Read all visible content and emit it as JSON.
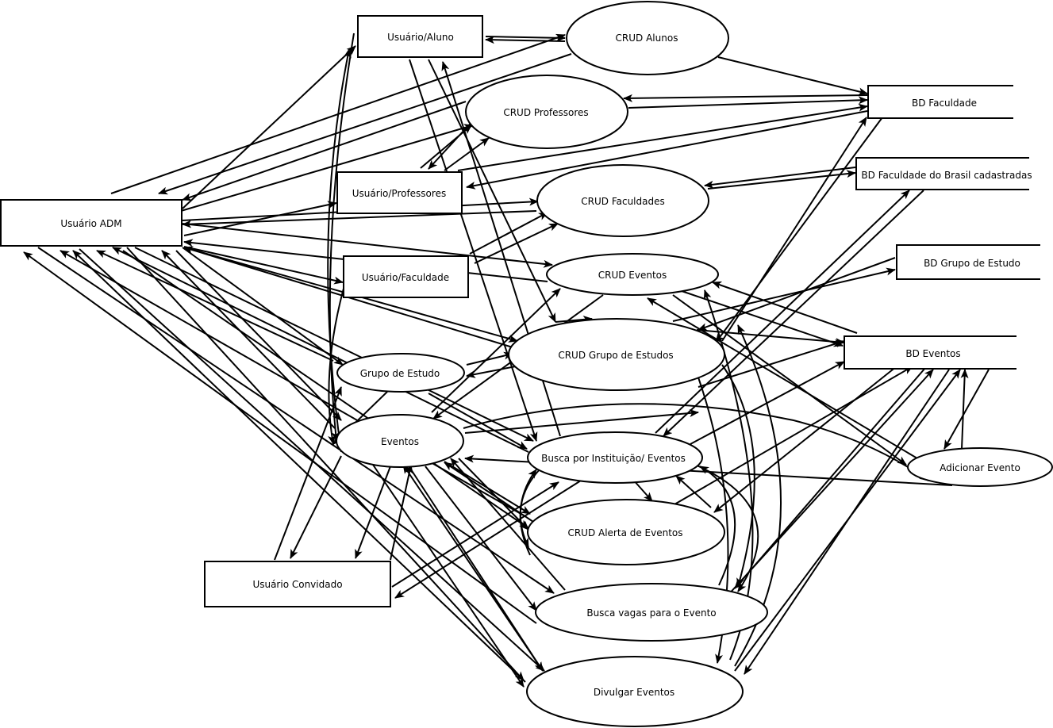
{
  "nodes": [
    {
      "id": "adm",
      "kind": "rect",
      "label": "Usuário ADM"
    },
    {
      "id": "aluno",
      "kind": "rect",
      "label": "Usuário/Aluno"
    },
    {
      "id": "prof",
      "kind": "rect",
      "label": "Usuário/Professores"
    },
    {
      "id": "facu",
      "kind": "rect",
      "label": "Usuário/Faculdade"
    },
    {
      "id": "conv",
      "kind": "rect",
      "label": "Usuário Convidado"
    },
    {
      "id": "c_alunos",
      "kind": "ellipse",
      "label": "CRUD Alunos"
    },
    {
      "id": "c_prof",
      "kind": "ellipse",
      "label": "CRUD Professores"
    },
    {
      "id": "c_facu",
      "kind": "ellipse",
      "label": "CRUD Faculdades"
    },
    {
      "id": "c_eventos",
      "kind": "ellipse",
      "label": "CRUD Eventos"
    },
    {
      "id": "c_grupo",
      "kind": "ellipse",
      "label": "CRUD Grupo de Estudos"
    },
    {
      "id": "grupo",
      "kind": "ellipse",
      "label": "Grupo de Estudo"
    },
    {
      "id": "eventos",
      "kind": "ellipse",
      "label": "Eventos"
    },
    {
      "id": "busca_inst",
      "kind": "ellipse",
      "label": "Busca por Instituição/ Eventos"
    },
    {
      "id": "c_alerta",
      "kind": "ellipse",
      "label": "CRUD Alerta de Eventos"
    },
    {
      "id": "busca_vagas",
      "kind": "ellipse",
      "label": "Busca vagas para o Evento"
    },
    {
      "id": "divulgar",
      "kind": "ellipse",
      "label": "Divulgar Eventos"
    },
    {
      "id": "add_evento",
      "kind": "ellipse",
      "label": "Adicionar Evento"
    },
    {
      "id": "bd_facu",
      "kind": "store",
      "label": "BD Faculdade"
    },
    {
      "id": "bd_facu_br",
      "kind": "store",
      "label": "BD Faculdade do Brasil cadastradas"
    },
    {
      "id": "bd_grupo",
      "kind": "store",
      "label": "BD Grupo de Estudo"
    },
    {
      "id": "bd_eventos",
      "kind": "store",
      "label": "BD Eventos"
    }
  ]
}
